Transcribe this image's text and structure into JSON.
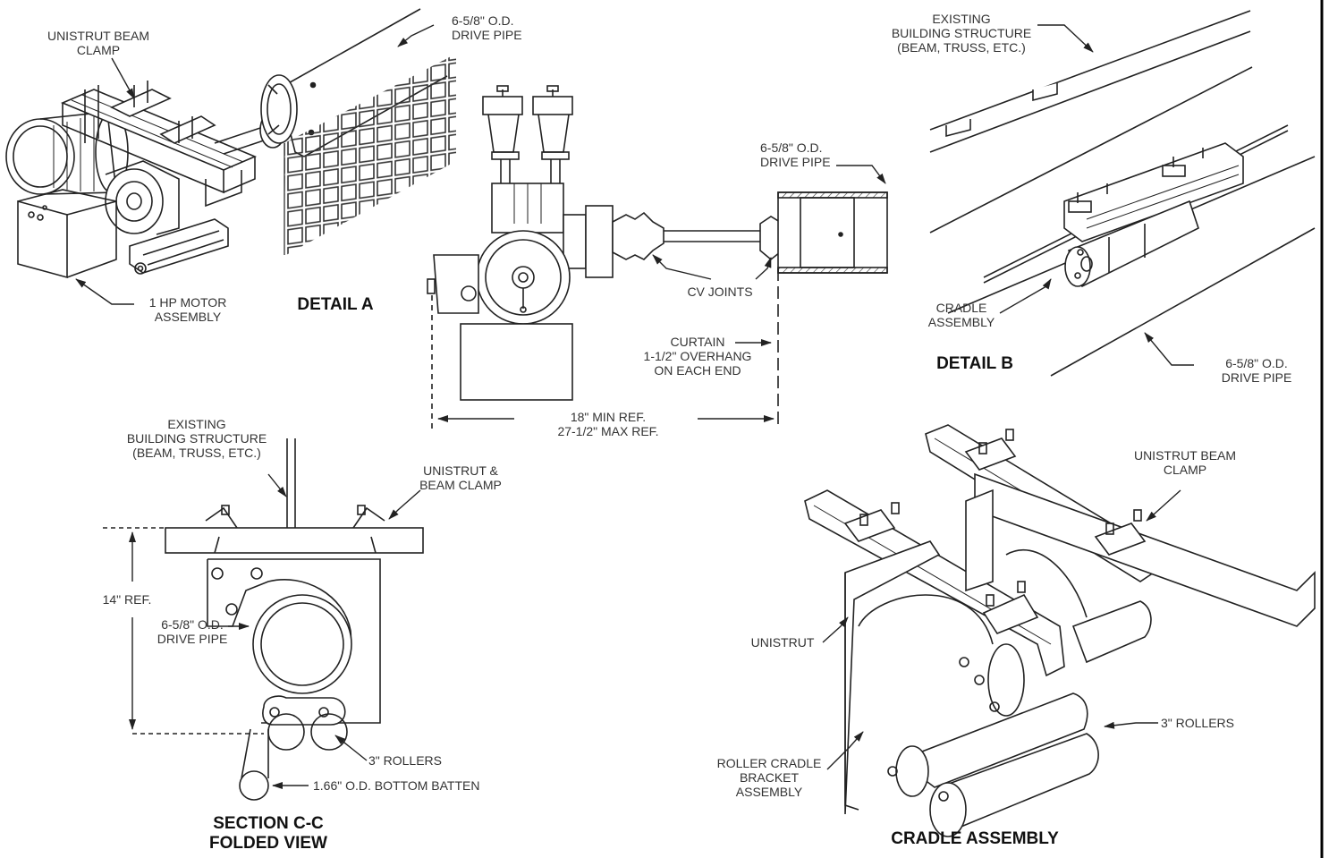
{
  "detail_a": {
    "title": "DETAIL A",
    "unistrut_beam_clamp": [
      "UNISTRUT BEAM",
      "CLAMP"
    ],
    "drive_pipe_top": [
      "6-5/8\" O.D.",
      "DRIVE PIPE"
    ],
    "motor_assembly": [
      "1 HP MOTOR",
      "ASSEMBLY"
    ],
    "drive_pipe_mid": [
      "6-5/8\" O.D.",
      "DRIVE PIPE"
    ],
    "cv_joints": "CV JOINTS",
    "curtain": [
      "CURTAIN",
      "1-1/2\" OVERHANG",
      "ON EACH END"
    ],
    "dimension": [
      "18\" MIN REF.",
      "27-1/2\" MAX REF."
    ]
  },
  "detail_b": {
    "title": "DETAIL B",
    "existing_structure": [
      "EXISTING",
      "BUILDING STRUCTURE",
      "(BEAM, TRUSS, ETC.)"
    ],
    "cradle_assembly": [
      "CRADLE",
      "ASSEMBLY"
    ],
    "drive_pipe": [
      "6-5/8\" O.D.",
      "DRIVE PIPE"
    ]
  },
  "section_cc": {
    "title": [
      "SECTION C-C",
      "FOLDED VIEW"
    ],
    "existing_structure": [
      "EXISTING",
      "BUILDING STRUCTURE",
      "(BEAM, TRUSS, ETC.)"
    ],
    "unistrut_clamp": [
      "UNISTRUT &",
      "BEAM CLAMP"
    ],
    "height": "14\" REF.",
    "drive_pipe": [
      "6-5/8\" O.D.",
      "DRIVE PIPE"
    ],
    "rollers": "3\" ROLLERS",
    "batten": "1.66\" O.D. BOTTOM BATTEN"
  },
  "cradle": {
    "title": "CRADLE ASSEMBLY",
    "beam_clamp": [
      "UNISTRUT BEAM",
      "CLAMP"
    ],
    "unistrut": "UNISTRUT",
    "rollers": "3\" ROLLERS",
    "bracket": [
      "ROLLER CRADLE",
      "BRACKET",
      "ASSEMBLY"
    ]
  }
}
